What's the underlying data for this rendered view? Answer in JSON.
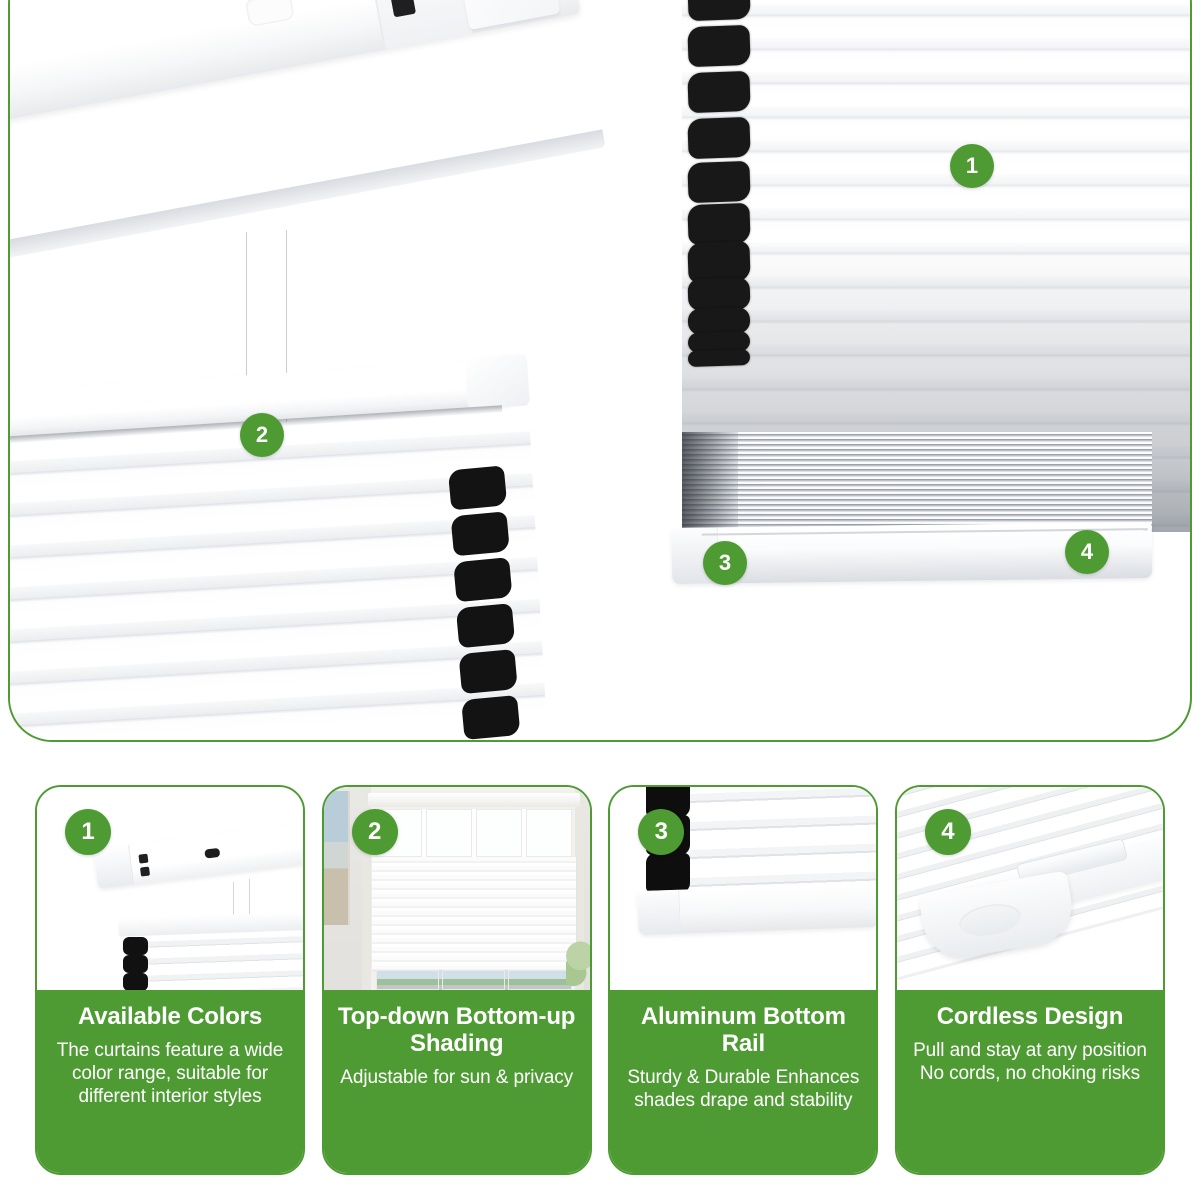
{
  "hero": {
    "callouts": [
      {
        "number": "1"
      },
      {
        "number": "2"
      },
      {
        "number": "3"
      },
      {
        "number": "4"
      }
    ]
  },
  "cards": [
    {
      "number": "1",
      "title": "Available Colors",
      "description": "The curtains feature a wide color range, suitable for different interior styles",
      "media": "headrail-and-shade-photo"
    },
    {
      "number": "2",
      "title": "Top-down Bottom-up Shading",
      "description": "Adjustable for sun & privacy",
      "media": "window-room-scene-photo"
    },
    {
      "number": "3",
      "title": "Aluminum Bottom Rail",
      "description": "Sturdy & Durable Enhances shades drape and stability",
      "media": "bottom-rail-closeup-photo"
    },
    {
      "number": "4",
      "title": "Cordless Design",
      "description": "Pull and stay at any position No cords, no choking risks",
      "media": "cordless-handle-closeup-photo"
    }
  ],
  "colors": {
    "brand_green": "#4E9B33",
    "card_text_bg": "#4E9B33",
    "badge_bg": "#4E9B33",
    "badge_text": "#FFFFFF",
    "page_bg": "#FFFFFF"
  }
}
